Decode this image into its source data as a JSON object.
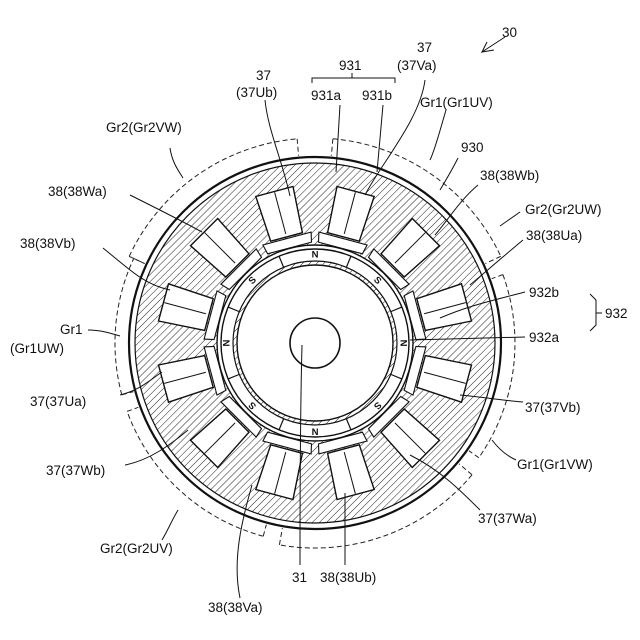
{
  "figure_ref": "30",
  "shaft": "31",
  "stator": "930",
  "stator_parts": {
    "group": "931",
    "yoke": "931a",
    "tooth": "931b"
  },
  "rotor": {
    "group": "932",
    "core": "932a",
    "magnet": "932b"
  },
  "pole_letters": [
    "N",
    "S",
    "N",
    "S",
    "N",
    "S",
    "N",
    "S"
  ],
  "labels": {
    "c37Ub_a": "37",
    "c37Ub_b": "(37Ub)",
    "c37Va_a": "37",
    "c37Va_b": "(37Va)",
    "grp931_name": "931",
    "grp931a": "931a",
    "grp931b": "931b",
    "gr1uv": "Gr1(Gr1UV)",
    "gr2vw": "Gr2(Gr2VW)",
    "ref930": "930",
    "c38Wb": "38(38Wb)",
    "c38Wa": "38(38Wa)",
    "gr2uw": "Gr2(Gr2UW)",
    "c38Ua": "38(38Ua)",
    "c38Vb": "38(38Vb)",
    "r932b": "932b",
    "r932": "932",
    "r932a": "932a",
    "gr1uw_a": "Gr1",
    "gr1uw_b": "(Gr1UW)",
    "c37Ua": "37(37Ua)",
    "c37Vb": "37(37Vb)",
    "c37Wb": "37(37Wb)",
    "gr1vw": "Gr1(Gr1VW)",
    "c37Wa": "37(37Wa)",
    "gr2uv": "Gr2(Gr2UV)",
    "shaft31": "31",
    "c38Ub": "38(38Ub)",
    "c38Va": "38(38Va)"
  }
}
